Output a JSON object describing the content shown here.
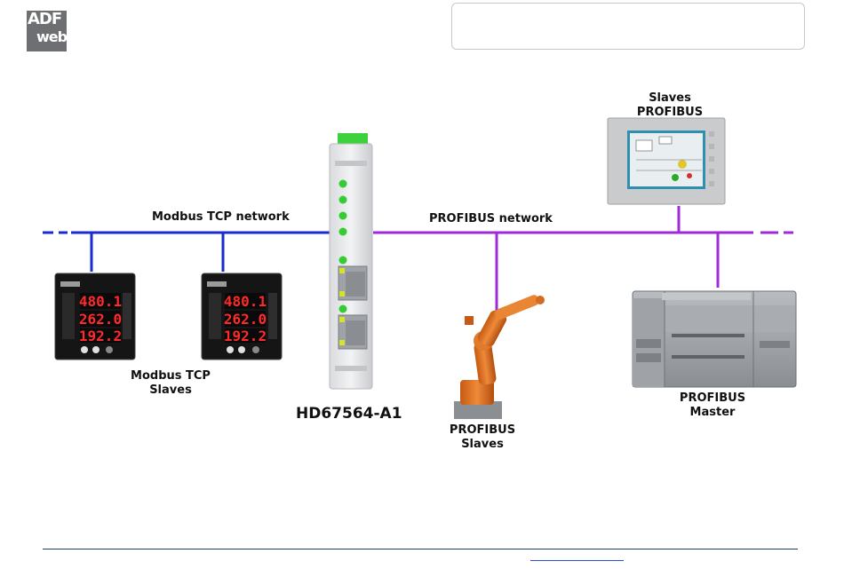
{
  "logo": {
    "line1": "ADF",
    "line2": "web"
  },
  "networks": {
    "modbus_label": "Modbus TCP network",
    "profibus_label": "PROFIBUS network",
    "modbus_color": "#1a2bd0",
    "profibus_color": "#a02ad8"
  },
  "device": {
    "name": "HD67564-A1"
  },
  "meters": [
    {
      "row1": "480.1",
      "row2": "262.0",
      "row3": "192.2"
    },
    {
      "row1": "480.1",
      "row2": "262.0",
      "row3": "192.2"
    }
  ],
  "labels": {
    "modbus_slaves": [
      "Modbus TCP",
      "Slaves"
    ],
    "profibus_slaves_robot": [
      "PROFIBUS",
      "Slaves"
    ],
    "slaves_profibus_hmi": [
      "Slaves",
      "PROFIBUS"
    ],
    "profibus_master": [
      "PROFIBUS",
      "Master"
    ]
  }
}
